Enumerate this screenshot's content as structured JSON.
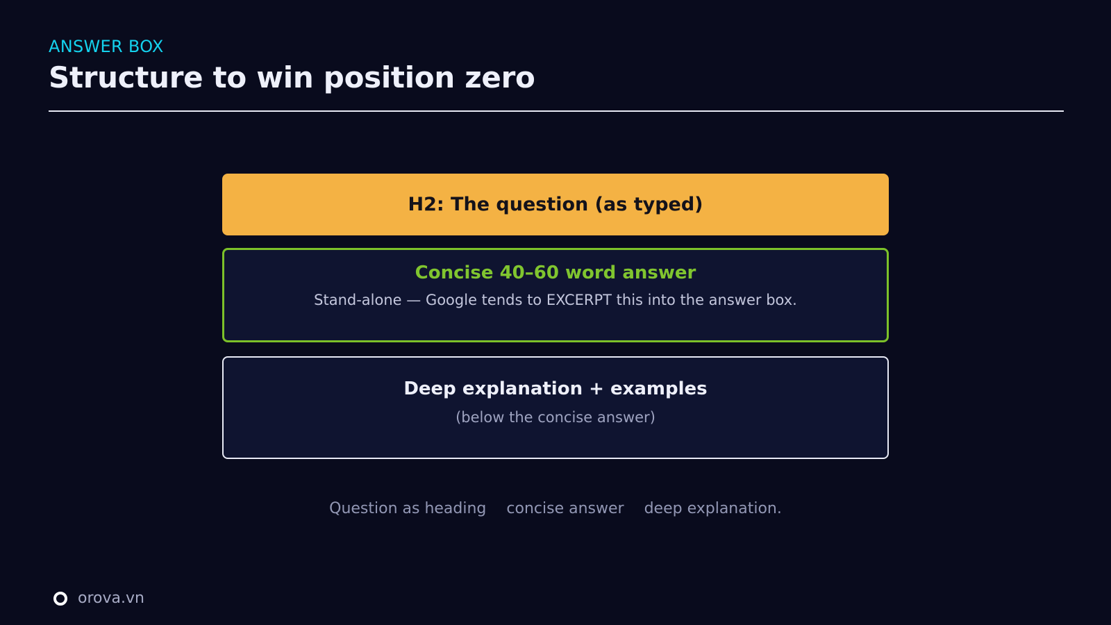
{
  "header": {
    "eyebrow": "ANSWER BOX",
    "title": "Structure to win position zero"
  },
  "boxes": {
    "question": {
      "label": "H2: The question (as typed)"
    },
    "answer": {
      "heading": "Concise 40–60 word answer",
      "subtext": "Stand-alone — Google tends to EXCERPT this into the answer box."
    },
    "deep": {
      "heading": "Deep explanation + examples",
      "subtext": "(below the concise answer)"
    }
  },
  "flow": {
    "steps": [
      "Question as heading",
      "concise answer",
      "deep explanation."
    ]
  },
  "footer": {
    "brand": "orova.vn"
  },
  "colors": {
    "background": "#090b1d",
    "accent_cyan": "#14d2ee",
    "question_fill": "#f4b244",
    "answer_border": "#7cc129",
    "panel_fill": "#0f1430"
  }
}
